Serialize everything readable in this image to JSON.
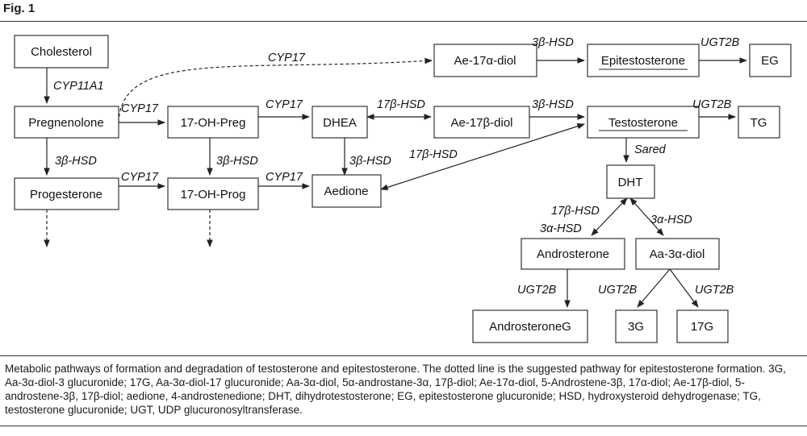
{
  "figure": {
    "label": "Fig. 1",
    "caption": "Metabolic pathways of formation and degradation of testosterone and epitestosterone. The dotted line is the suggested pathway for epitestosterone formation. 3G, Aa-3α-diol-3 glucuronide; 17G, Aa-3α-diol-17 glucuronide; Aa-3α-diol, 5α-androstane-3α, 17β-diol; Ae-17α-diol, 5-Androstene-3β, 17α-diol; Ae-17β-diol, 5-androstene-3β, 17β-diol; aedione, 4-androstenedione; DHT, dihydrotestosterone; EG, epitestosterone glucuronide; HSD, hydroxysteroid dehydrogenase; TG, testosterone glucuronide; UGT, UDP glucuronosyltransferase."
  },
  "nodes": {
    "cholesterol": "Cholesterol",
    "pregnenolone": "Pregnenolone",
    "progesterone": "Progesterone",
    "oh_preg": "17-OH-Preg",
    "oh_prog": "17-OH-Prog",
    "dhea": "DHEA",
    "aedione": "Aedione",
    "ae17b": "Ae-17β-diol",
    "ae17a": "Ae-17α-diol",
    "epitestosterone": "Epitestosterone",
    "eg": "EG",
    "testosterone": "Testosterone",
    "tg": "TG",
    "dht": "DHT",
    "androsterone": "Androsterone",
    "aa3a": "Aa-3α-diol",
    "androsteroneg": "AndrosteroneG",
    "g3": "3G",
    "g17": "17G"
  },
  "enzymes": {
    "cyp11a1": "CYP11A1",
    "cyp17_dotted": "CYP17",
    "cyp17_preg": "CYP17",
    "cyp17_ohpreg": "CYP17",
    "cyp17_prog": "CYP17",
    "cyp17_ohprog": "CYP17",
    "hsd3b_preg": "3β-HSD",
    "hsd3b_ohpreg": "3β-HSD",
    "hsd3b_dhea": "3β-HSD",
    "hsd17b_dhea": "17β-HSD",
    "hsd3b_ae17b": "3β-HSD",
    "hsd3b_ae17a": "3β-HSD",
    "hsd17b_aedione": "17β-HSD",
    "ugt2b_epi": "UGT2B",
    "ugt2b_testo": "UGT2B",
    "sared": "Sared",
    "hsd17b_dht": "17β-HSD",
    "hsd3a_dht": "3α-HSD",
    "hsd3a_aa": "3α-HSD",
    "ugt2b_andro": "UGT2B",
    "ugt2b_3g": "UGT2B",
    "ugt2b_17g": "UGT2B"
  }
}
